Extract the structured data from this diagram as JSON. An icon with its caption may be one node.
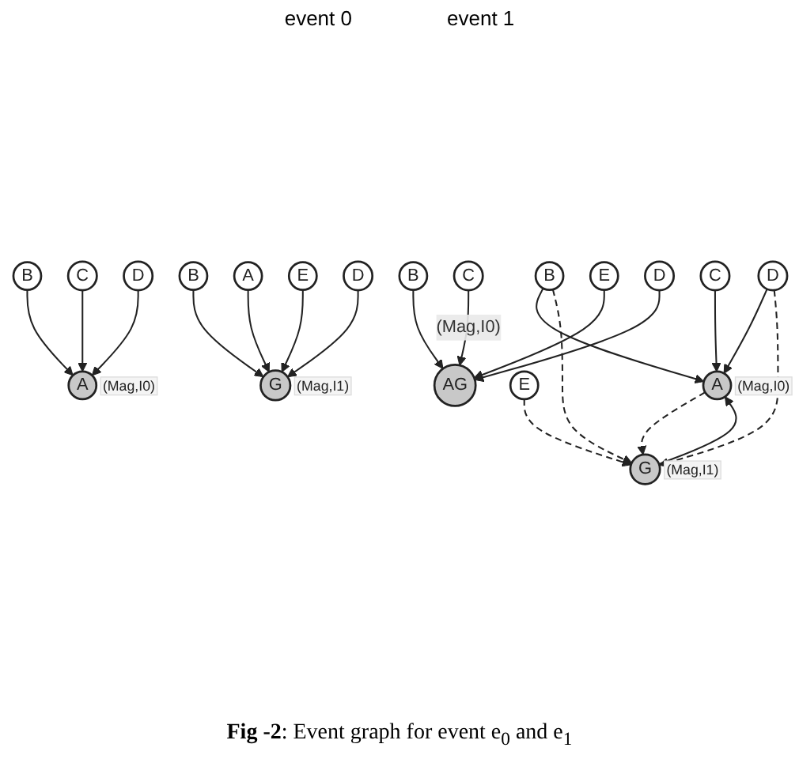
{
  "diagram": {
    "caption": "**Fig -2**: Event graph for event e$_{0}$ and e$_{1}$",
    "nodes": [
      {
        "text": [
          "B"
        ]
      },
      {
        "text": [
          "A"
        ],
        "beside": [
          "(Mag,I0)"
        ]
      },
      {
        "text": [
          "C"
        ]
      },
      {
        "text": [
          "D"
        ]
      },
      {
        "text": [
          "B"
        ]
      },
      {
        "text": [
          "A"
        ]
      },
      {
        "text": [
          "G"
        ],
        "beside": [
          "(Mag,I1)"
        ]
      },
      {
        "text": [
          "E"
        ]
      },
      {
        "text": [
          "D"
        ]
      },
      {
        "text": [
          "B"
        ]
      },
      {
        "text": [
          "A"
        ],
        "beside": [
          "(Mag,I0)"
        ]
      },
      {
        "text": [
          "G"
        ],
        "beside": [
          "(Mag,I1)"
        ]
      },
      {
        "text": [
          "E"
        ]
      },
      {
        "text": [
          "C"
        ]
      },
      {
        "text": [
          "D"
        ]
      },
      {
        "text": [
          "B"
        ]
      },
      {
        "text": [
          "C"
        ]
      },
      {
        "text": [
          "AG"
        ]
      },
      {
        "text": [
          "E"
        ]
      },
      {
        "text": [
          "D"
        ]
      }
    ],
    "edges": [
      {
        "from": 0,
        "to": 1,
        "arrow": "to"
      },
      {
        "from": 2,
        "to": 1,
        "arrow": "to"
      },
      {
        "from": 3,
        "to": 1,
        "arrow": "to"
      },
      {
        "from": 4,
        "to": 6,
        "arrow": "to"
      },
      {
        "from": 5,
        "to": 6,
        "arrow": "to"
      },
      {
        "from": 7,
        "to": 6,
        "arrow": "to"
      },
      {
        "from": 8,
        "to": 6,
        "arrow": "to"
      },
      {
        "from": 9,
        "to": 10,
        "arrow": "to"
      },
      {
        "from": 9,
        "to": 11,
        "arrow": "to",
        "style": "dashed"
      },
      {
        "from": 11,
        "to": 10,
        "arrow": "to"
      },
      {
        "from": 10,
        "to": 11,
        "arrow": "to",
        "style": "dashed"
      },
      {
        "from": 12,
        "to": 11,
        "arrow": "to",
        "style": "dashed"
      },
      {
        "from": 13,
        "to": 10,
        "arrow": "to"
      },
      {
        "from": 14,
        "to": 10,
        "arrow": "to"
      },
      {
        "from": 14,
        "to": 11,
        "arrow": "to",
        "style": "dashed"
      },
      {
        "from": 15,
        "to": 17,
        "arrow": "to"
      },
      {
        "from": 16,
        "to": 17,
        "arrow": "to",
        "label": "(Mag,I0)"
      },
      {
        "from": 18,
        "to": 17,
        "arrow": "to"
      },
      {
        "from": 19,
        "to": 17,
        "arrow": "to"
      }
    ],
    "labels": [
      "event 0",
      "event 1"
    ]
  }
}
